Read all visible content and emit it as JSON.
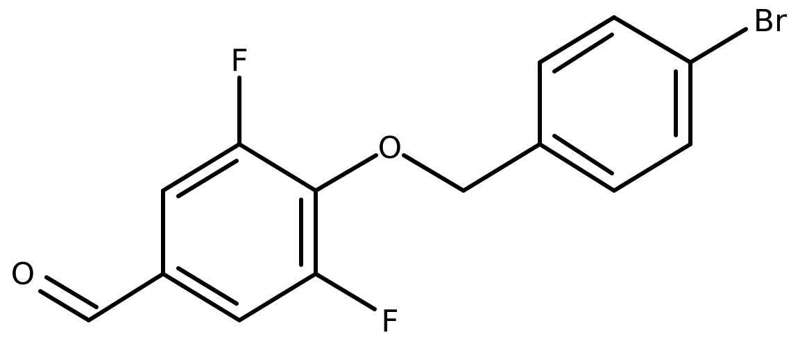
{
  "atoms": {
    "fluorine_top": "F",
    "fluorine_bottom": "F",
    "ether_oxygen": "O",
    "aldehyde_oxygen": "O",
    "bromine": "Br"
  },
  "colors": {
    "bond": "#000000",
    "background": "#ffffff"
  }
}
